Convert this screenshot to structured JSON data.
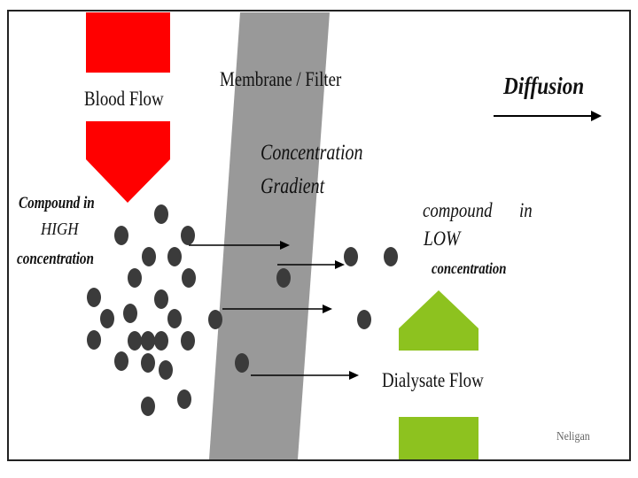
{
  "labels": {
    "membrane": "Membrane / Filter",
    "blood_flow": "Blood Flow",
    "diffusion": "Diffusion",
    "gradient_line1": "Concentration",
    "gradient_line2": "Gradient",
    "high_line1": "Compound in",
    "high_line2": "HIGH",
    "high_line3": "concentration",
    "low_line1": "compound",
    "low_line1b": "in",
    "low_line2": "LOW",
    "low_line3": "concentration",
    "dialysate_flow": "Dialysate Flow",
    "credit": "Neligan"
  },
  "colors": {
    "blood": "#ff0000",
    "membrane": "#999999",
    "dialysate": "#8dc21f",
    "particle": "#3b3b3b",
    "arrow": "#000000"
  }
}
